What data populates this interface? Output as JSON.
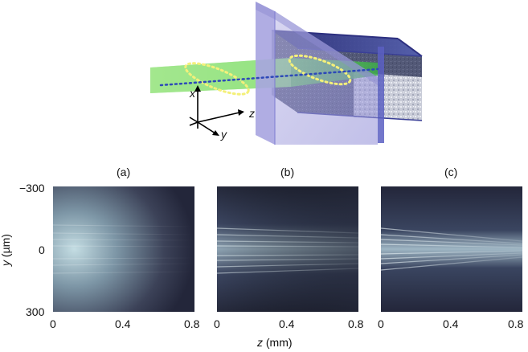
{
  "schematic": {
    "axes": {
      "x": "x",
      "y": "y",
      "z": "z"
    }
  },
  "panels": [
    {
      "label": "(a)"
    },
    {
      "label": "(b)"
    },
    {
      "label": "(c)"
    }
  ],
  "y_axis": {
    "symbol": "y",
    "unit": "(µm)",
    "ticks": [
      "−300",
      "0",
      "300"
    ]
  },
  "x_axis": {
    "symbol": "z",
    "unit": "(mm)",
    "ticks": [
      "0",
      "0.4",
      "0.8"
    ]
  }
}
